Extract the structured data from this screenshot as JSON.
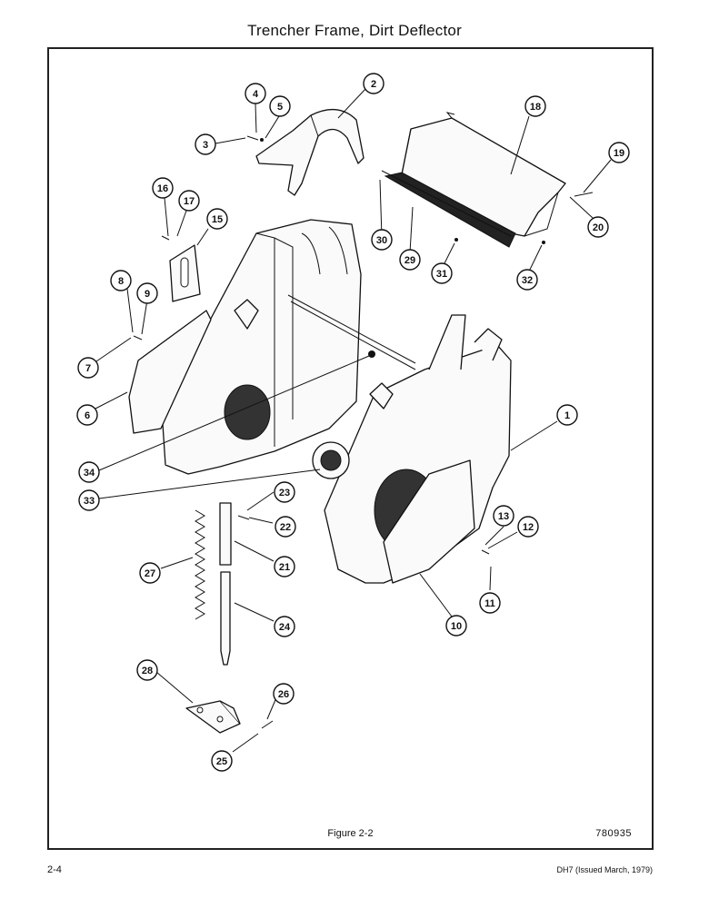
{
  "document": {
    "title": "Trencher Frame, Dirt Deflector",
    "figure_caption": "Figure 2-2",
    "figure_code": "780935",
    "page_number": "2-4",
    "doc_ref": "DH7 (Issued March, 1979)"
  },
  "callouts": [
    {
      "id": "c1",
      "label": "1"
    },
    {
      "id": "c2",
      "label": "2"
    },
    {
      "id": "c3",
      "label": "3"
    },
    {
      "id": "c4",
      "label": "4"
    },
    {
      "id": "c5",
      "label": "5"
    },
    {
      "id": "c6",
      "label": "6"
    },
    {
      "id": "c7",
      "label": "7"
    },
    {
      "id": "c8",
      "label": "8"
    },
    {
      "id": "c9",
      "label": "9"
    },
    {
      "id": "c10",
      "label": "10"
    },
    {
      "id": "c11",
      "label": "11"
    },
    {
      "id": "c12",
      "label": "12"
    },
    {
      "id": "c13",
      "label": "13"
    },
    {
      "id": "c15",
      "label": "15"
    },
    {
      "id": "c16",
      "label": "16"
    },
    {
      "id": "c17",
      "label": "17"
    },
    {
      "id": "c18",
      "label": "18"
    },
    {
      "id": "c19",
      "label": "19"
    },
    {
      "id": "c20",
      "label": "20"
    },
    {
      "id": "c21",
      "label": "21"
    },
    {
      "id": "c22",
      "label": "22"
    },
    {
      "id": "c23",
      "label": "23"
    },
    {
      "id": "c24",
      "label": "24"
    },
    {
      "id": "c25",
      "label": "25"
    },
    {
      "id": "c26",
      "label": "26"
    },
    {
      "id": "c27",
      "label": "27"
    },
    {
      "id": "c28",
      "label": "28"
    },
    {
      "id": "c29",
      "label": "29"
    },
    {
      "id": "c30",
      "label": "30"
    },
    {
      "id": "c31",
      "label": "31"
    },
    {
      "id": "c32",
      "label": "32"
    },
    {
      "id": "c33",
      "label": "33"
    },
    {
      "id": "c34",
      "label": "34"
    }
  ]
}
